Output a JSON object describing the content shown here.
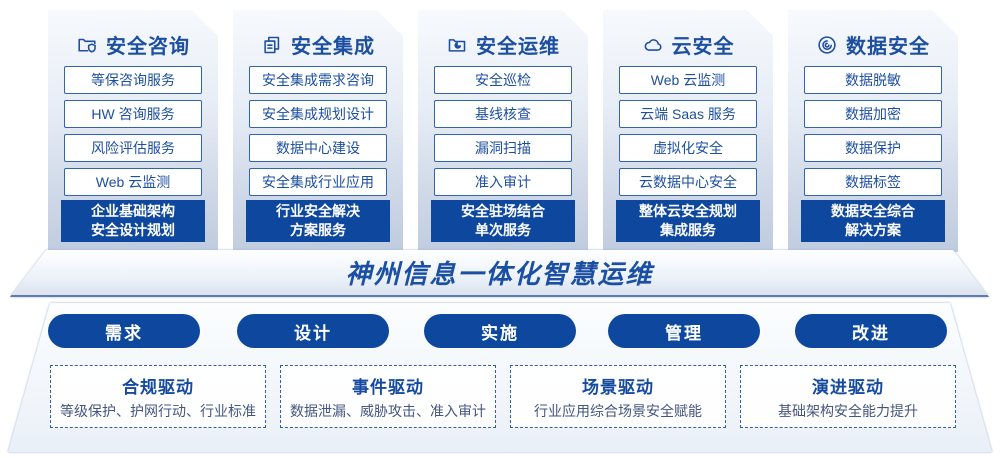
{
  "columns": [
    {
      "icon": "folder-shield-icon",
      "title": "安全咨询",
      "items": [
        "等保咨询服务",
        "HW 咨询服务",
        "风险评估服务",
        "Web 云监测"
      ],
      "footer_lines": [
        "企业基础架构",
        "安全设计规划"
      ]
    },
    {
      "icon": "copy-docs-icon",
      "title": "安全集成",
      "items": [
        "安全集成需求咨询",
        "安全集成规划设计",
        "数据中心建设",
        "安全集成行业应用"
      ],
      "footer_lines": [
        "行业安全解决",
        "方案服务"
      ]
    },
    {
      "icon": "folder-pie-icon",
      "title": "安全运维",
      "items": [
        "安全巡检",
        "基线核查",
        "漏洞扫描",
        "准入审计"
      ],
      "footer_lines": [
        "安全驻场结合",
        "单次服务"
      ]
    },
    {
      "icon": "cloud-icon",
      "title": "云安全",
      "items": [
        "Web 云监测",
        "云端 Saas 服务",
        "虚拟化安全",
        "云数据中心安全"
      ],
      "footer_lines": [
        "整体云安全规划",
        "集成服务"
      ]
    },
    {
      "icon": "fingerprint-icon",
      "title": "数据安全",
      "items": [
        "数据脱敏",
        "数据加密",
        "数据保护",
        "数据标签"
      ],
      "footer_lines": [
        "数据安全综合",
        "解决方案"
      ]
    }
  ],
  "banner": {
    "title": "神州信息一体化智慧运维"
  },
  "phases": [
    {
      "label": "需求"
    },
    {
      "label": "设计"
    },
    {
      "label": "实施"
    },
    {
      "label": "管理"
    },
    {
      "label": "改进"
    }
  ],
  "drivers": [
    {
      "title": "合规驱动",
      "desc": "等级保护、护网行动、行业标准"
    },
    {
      "title": "事件驱动",
      "desc": "数据泄漏、威胁攻击、准入审计"
    },
    {
      "title": "场景驱动",
      "desc": "行业应用综合场景安全赋能"
    },
    {
      "title": "演进驱动",
      "desc": "基础架构安全能力提升"
    }
  ],
  "colors": {
    "primary_blue": "#0E479E",
    "border_blue": "#3263B0",
    "text_blue": "#1D4FA0",
    "desc_gray_blue": "#45567C",
    "panel_gradient_bottom": "#BFCBDF"
  }
}
